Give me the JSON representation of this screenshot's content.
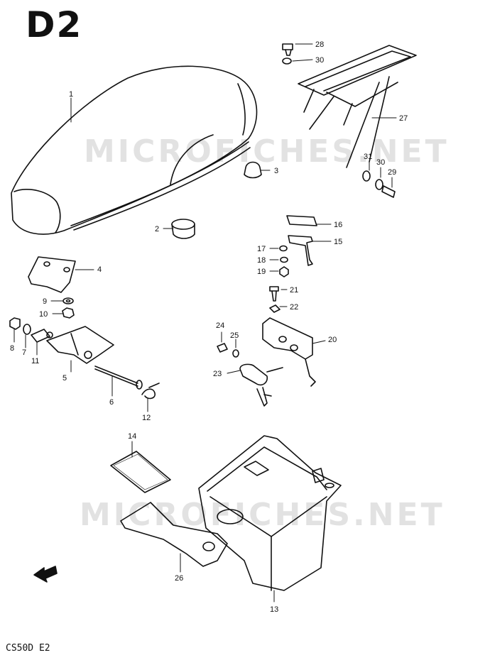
{
  "page": {
    "title": "D2",
    "model_code": "CS50D E2"
  },
  "watermark": "MICROFICHES.NET",
  "colors": {
    "ink": "#111111",
    "paper": "#ffffff",
    "watermark": "#d6d6d6"
  },
  "callouts": [
    {
      "id": "1",
      "label": "1"
    },
    {
      "id": "2",
      "label": "2"
    },
    {
      "id": "3",
      "label": "3"
    },
    {
      "id": "4",
      "label": "4"
    },
    {
      "id": "5",
      "label": "5"
    },
    {
      "id": "6",
      "label": "6"
    },
    {
      "id": "7",
      "label": "7"
    },
    {
      "id": "8",
      "label": "8"
    },
    {
      "id": "9",
      "label": "9"
    },
    {
      "id": "10",
      "label": "10"
    },
    {
      "id": "11",
      "label": "11"
    },
    {
      "id": "12",
      "label": "12"
    },
    {
      "id": "13",
      "label": "13"
    },
    {
      "id": "14",
      "label": "14"
    },
    {
      "id": "15",
      "label": "15"
    },
    {
      "id": "16",
      "label": "16"
    },
    {
      "id": "17",
      "label": "17"
    },
    {
      "id": "18",
      "label": "18"
    },
    {
      "id": "19",
      "label": "19"
    },
    {
      "id": "20",
      "label": "20"
    },
    {
      "id": "21",
      "label": "21"
    },
    {
      "id": "22",
      "label": "22"
    },
    {
      "id": "23",
      "label": "23"
    },
    {
      "id": "24",
      "label": "24"
    },
    {
      "id": "25",
      "label": "25"
    },
    {
      "id": "26",
      "label": "26"
    },
    {
      "id": "27",
      "label": "27"
    },
    {
      "id": "28",
      "label": "28"
    },
    {
      "id": "30a",
      "label": "30"
    },
    {
      "id": "30b",
      "label": "30"
    },
    {
      "id": "29",
      "label": "29"
    },
    {
      "id": "31",
      "label": "31"
    }
  ]
}
